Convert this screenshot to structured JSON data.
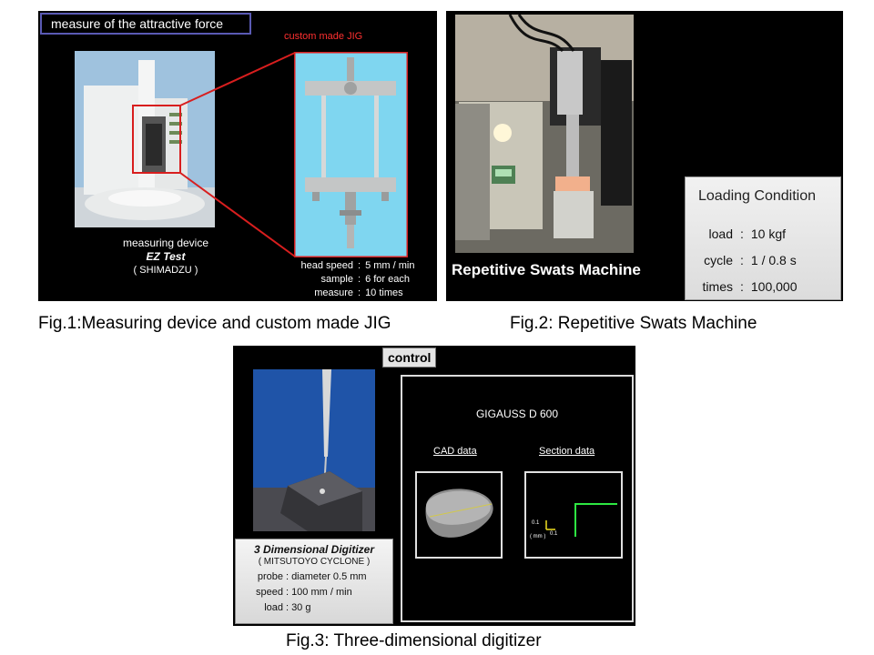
{
  "fig1": {
    "title": "measure of the attractive force",
    "jig_label": "custom made JIG",
    "device_line1": "measuring device",
    "device_line2": "EZ  Test",
    "device_line3": "( SHIMADZU )",
    "specs": [
      {
        "label": "head speed",
        "value": "5 mm / min"
      },
      {
        "label": "sample",
        "value": "6 for each"
      },
      {
        "label": "measure",
        "value": "10 times"
      }
    ],
    "caption": "Fig.1:Measuring device and custom made JIG"
  },
  "fig2": {
    "machine_label": "Repetitive Swats Machine",
    "box_title": "Loading Condition",
    "conditions": [
      {
        "label": "load",
        "value": "10 kgf"
      },
      {
        "label": "cycle",
        "value": "1 / 0.8 s"
      },
      {
        "label": "times",
        "value": "100,000"
      }
    ],
    "caption": "Fig.2: Repetitive Swats Machine"
  },
  "fig3": {
    "control_label": "control",
    "digitizer_title": "3 Dimensional Digitizer",
    "digitizer_sub": "( MITSUTOYO  CYCLONE )",
    "specs": [
      {
        "label": "probe",
        "value": "diameter 0.5 mm"
      },
      {
        "label": "speed",
        "value": "100 mm / min"
      },
      {
        "label": "load",
        "value": "30 g"
      }
    ],
    "software_title": "GIGAUSS D 600",
    "cad_label": "CAD data",
    "section_label": "Section data",
    "scale_value": "0.1",
    "scale_unit": "( mm )",
    "scale_value2": "0.1",
    "caption": "Fig.3: Three-dimensional digitizer"
  }
}
